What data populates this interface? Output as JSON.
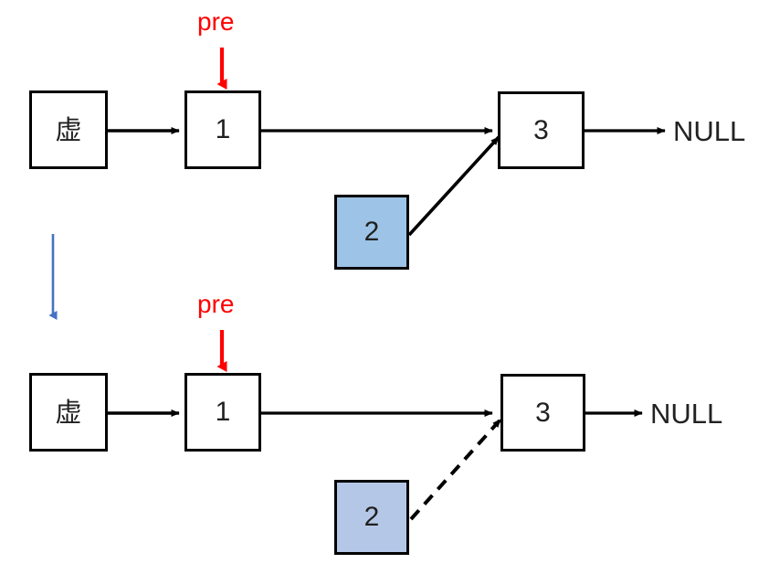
{
  "figure": {
    "title": "Linked list insertion: node 2 linked before node 3",
    "background": "#ffffff"
  },
  "colors": {
    "stroke": "#000000",
    "pointer": "#ff0000",
    "step_arrow": "#4472c4",
    "new_node_fill_top": "#9dc3e6",
    "new_node_fill_bottom": "#b4c7e7",
    "text": "#202020"
  },
  "panels": [
    {
      "id": "top-panel",
      "name": "before-state",
      "pointer": {
        "label": "pre",
        "target": "node-1"
      },
      "nodes": [
        {
          "id": "dummy",
          "label": "虚",
          "style": "plain"
        },
        {
          "id": "one",
          "label": "1",
          "style": "plain"
        },
        {
          "id": "three",
          "label": "3",
          "style": "plain"
        },
        {
          "id": "two",
          "label": "2",
          "style": "highlight"
        }
      ],
      "terminator": "NULL",
      "edges": [
        {
          "from": "dummy",
          "to": "one",
          "style": "solid"
        },
        {
          "from": "one",
          "to": "three",
          "style": "solid"
        },
        {
          "from": "three",
          "to": "NULL",
          "style": "solid"
        },
        {
          "from": "two",
          "to": "three",
          "style": "solid"
        }
      ]
    },
    {
      "id": "bottom-panel",
      "name": "after-state",
      "pointer": {
        "label": "pre",
        "target": "node-1"
      },
      "nodes": [
        {
          "id": "dummy",
          "label": "虚",
          "style": "plain"
        },
        {
          "id": "one",
          "label": "1",
          "style": "plain"
        },
        {
          "id": "three",
          "label": "3",
          "style": "plain"
        },
        {
          "id": "two",
          "label": "2",
          "style": "highlight"
        }
      ],
      "terminator": "NULL",
      "edges": [
        {
          "from": "dummy",
          "to": "one",
          "style": "solid"
        },
        {
          "from": "one",
          "to": "three",
          "style": "solid"
        },
        {
          "from": "three",
          "to": "NULL",
          "style": "solid"
        },
        {
          "from": "two",
          "to": "three",
          "style": "dashed"
        }
      ]
    }
  ],
  "step_arrow": {
    "name": "transition-arrow",
    "direction": "down",
    "color": "#4472c4"
  },
  "labels": {
    "pre_top": "pre",
    "pre_bottom": "pre",
    "null_top": "NULL",
    "null_bottom": "NULL",
    "dummy_top": "虚",
    "dummy_bottom": "虚",
    "one_top": "1",
    "one_bottom": "1",
    "two_top": "2",
    "two_bottom": "2",
    "three_top": "3",
    "three_bottom": "3"
  }
}
